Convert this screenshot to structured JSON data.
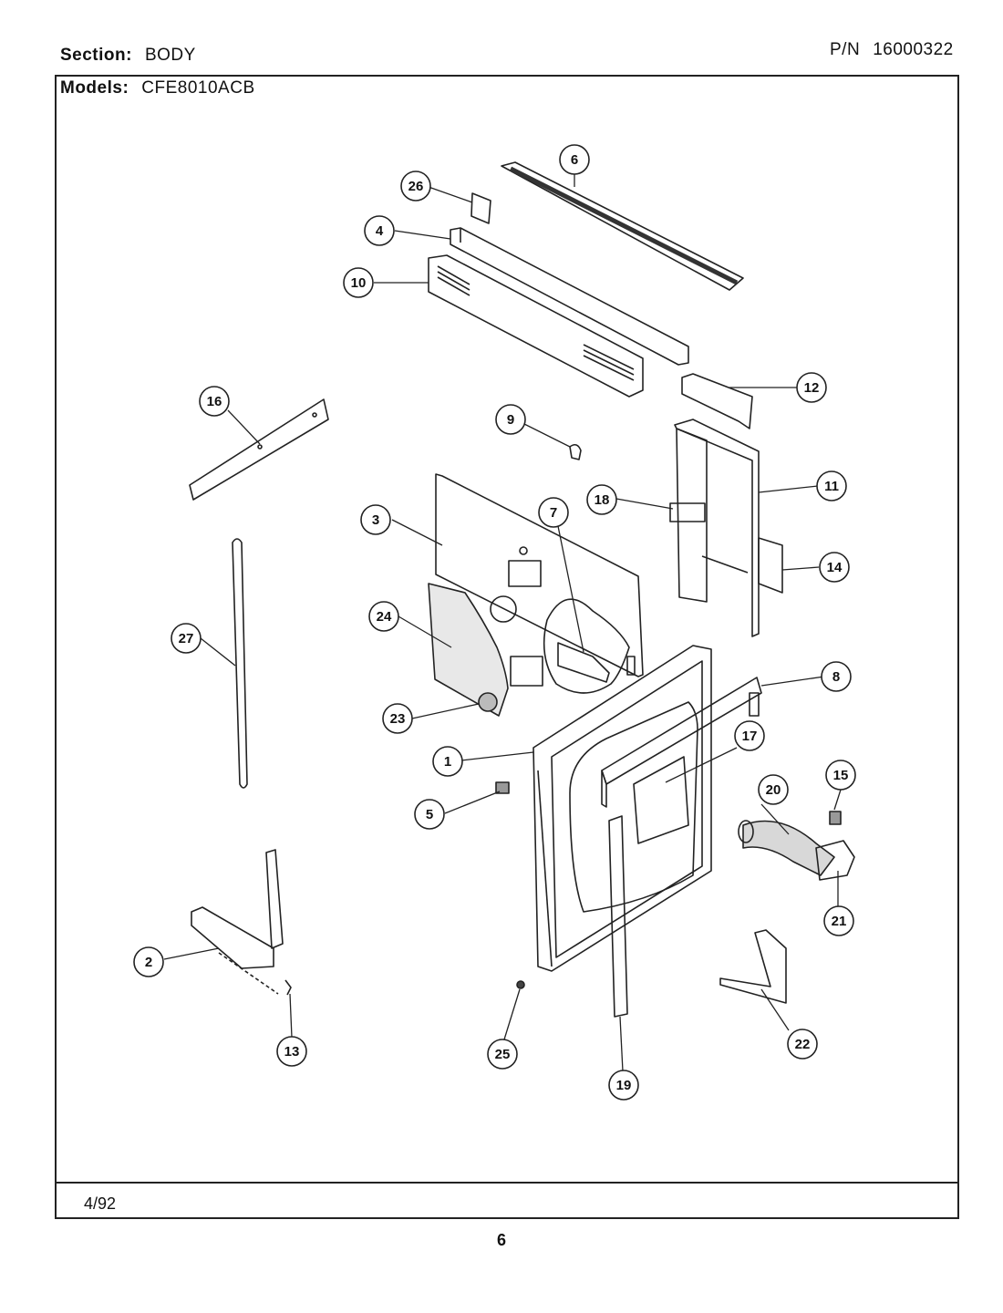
{
  "header": {
    "section_label": "Section:",
    "section_value": "BODY",
    "pn_label": "P/N",
    "pn_value": "16000322",
    "models_label": "Models:",
    "models_value": "CFE8010ACB"
  },
  "footer": {
    "date": "4/92",
    "page_number": "6"
  },
  "callouts": [
    "1",
    "2",
    "3",
    "4",
    "5",
    "6",
    "7",
    "8",
    "9",
    "10",
    "11",
    "12",
    "13",
    "14",
    "15",
    "16",
    "17",
    "18",
    "19",
    "20",
    "21",
    "22",
    "23",
    "24",
    "25",
    "26",
    "27"
  ]
}
